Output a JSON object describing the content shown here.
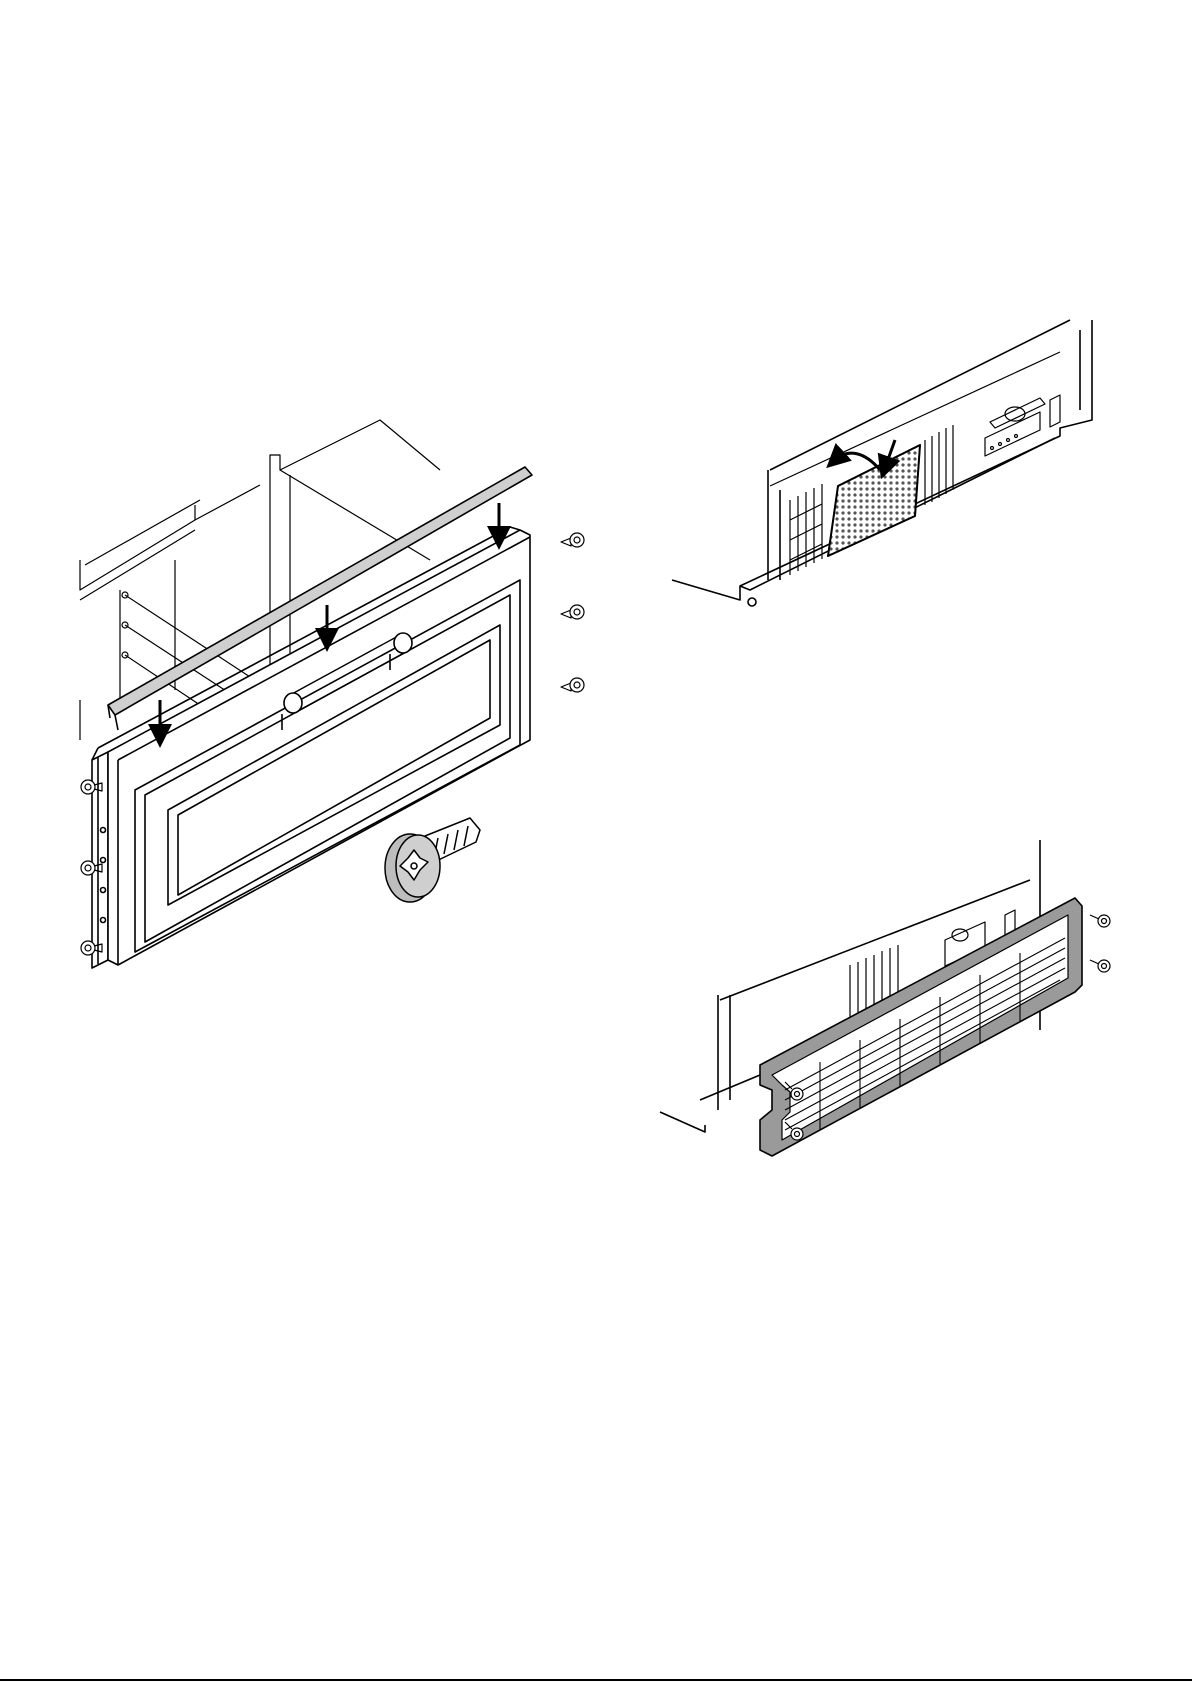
{
  "document": {
    "page_number": "",
    "figures": [
      {
        "id": "drawer-front-assembly",
        "icon": "drawer-front-with-trim-strip-and-screws"
      },
      {
        "id": "screw-detail",
        "icon": "torx-screw"
      },
      {
        "id": "grille-filter-removal",
        "icon": "ventilation-grille-filter"
      },
      {
        "id": "plinth-grille-mounting",
        "icon": "plinth-grille-with-screws"
      }
    ]
  },
  "colors": {
    "line": "#000000",
    "trim": "#cfcfcf",
    "screw": "#bdbdbd",
    "grille": "#9a9a9a",
    "filter": "#6e6e6e"
  }
}
